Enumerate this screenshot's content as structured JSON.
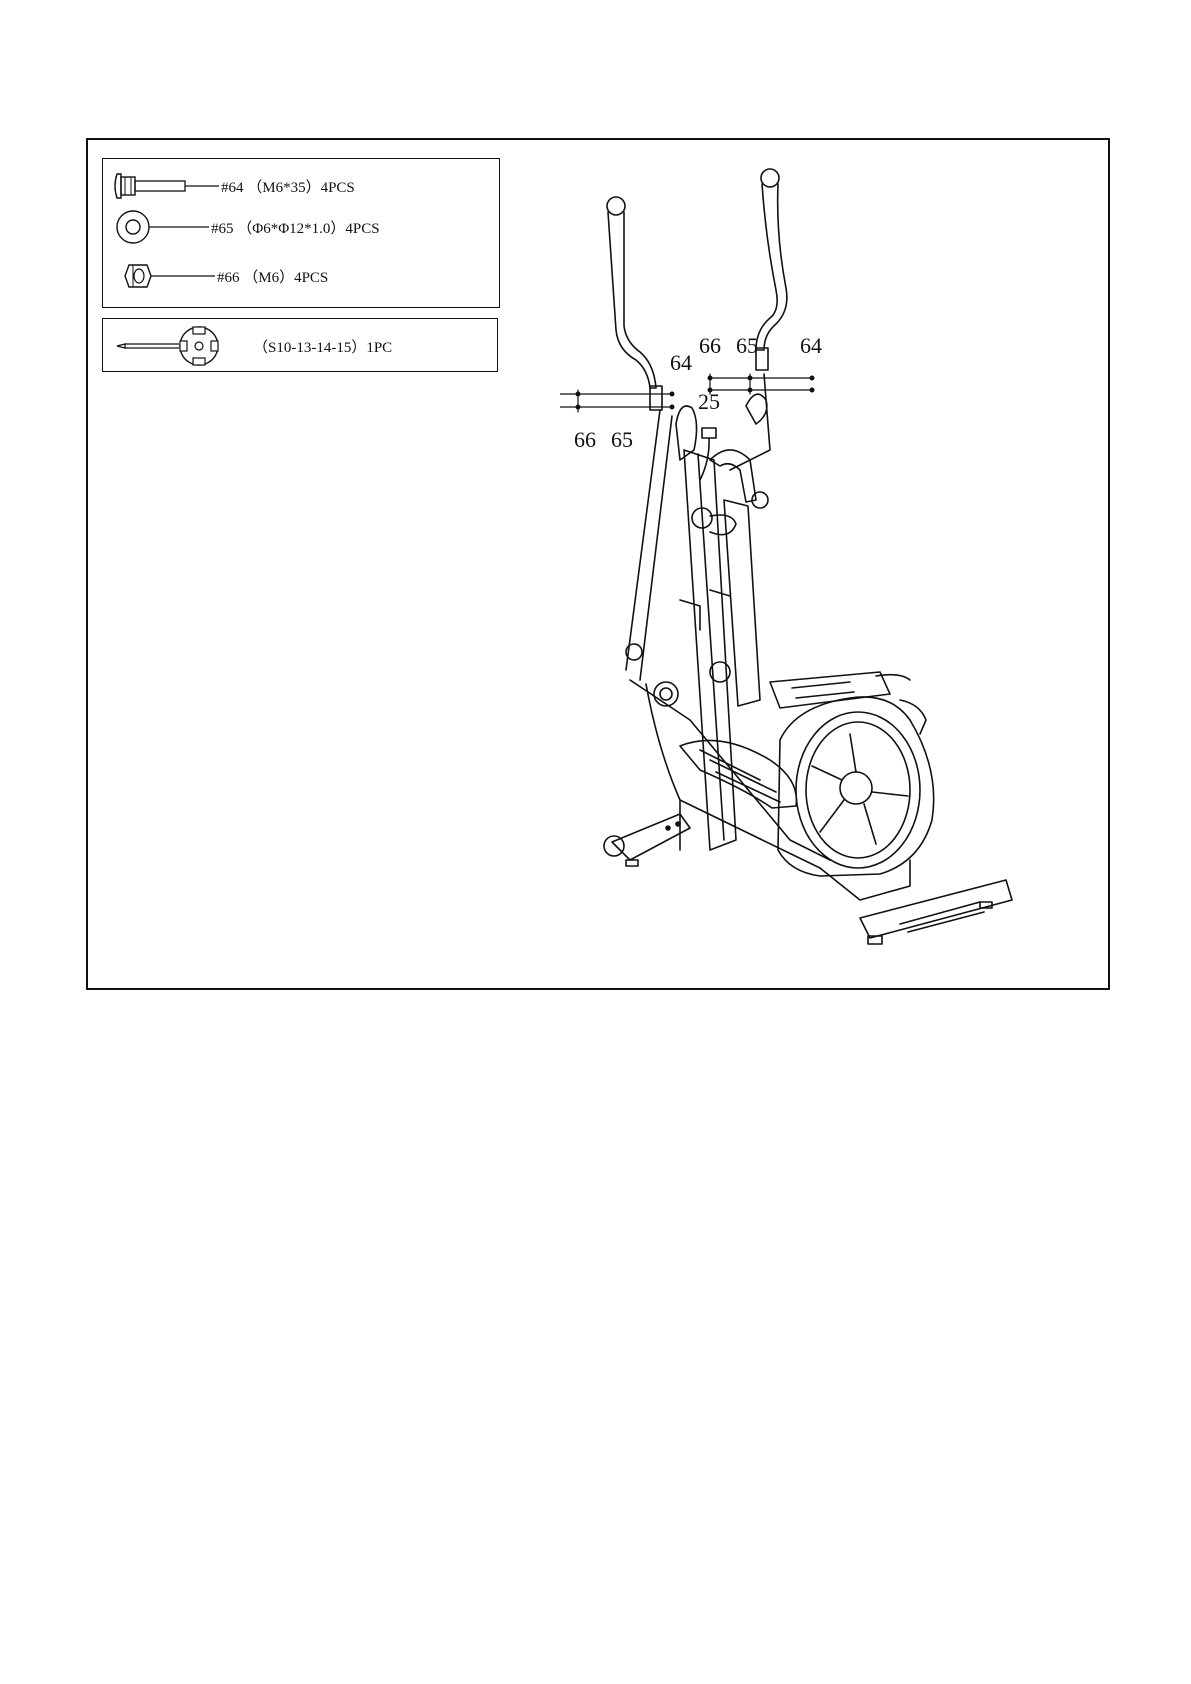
{
  "hardware_parts": [
    {
      "label": "#64 （M6*35）4PCS",
      "icon": "bolt-icon"
    },
    {
      "label": "#65 （Φ6*Φ12*1.0）4PCS",
      "icon": "washer-icon"
    },
    {
      "label": "#66 （M6）4PCS",
      "icon": "nut-icon"
    }
  ],
  "tool": {
    "label": "（S10-13-14-15）1PC",
    "icon": "wrench-screwdriver-icon"
  },
  "callouts": {
    "left_64": "64",
    "left_66": "66",
    "left_65": "65",
    "right_66": "66",
    "right_65": "65",
    "right_64": "64",
    "part_25": "25"
  }
}
